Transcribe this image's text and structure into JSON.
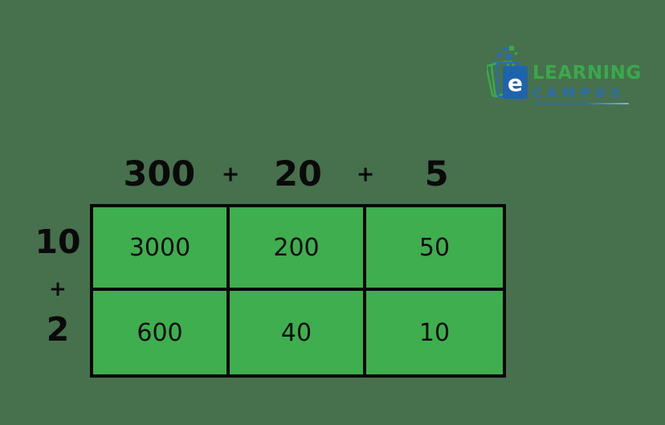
{
  "colors": {
    "background": "#47704d",
    "cell_green": "#3eae4f",
    "grid_line": "#060606",
    "number_text": "#0a0a0a",
    "logo_green": "#3aa94c",
    "logo_blue": "#1e63ad",
    "campus_blue": "#2a6cb3"
  },
  "logo": {
    "brand_top": "LEARNING",
    "brand_bottom": "CAMPUS",
    "book_letter": "e"
  },
  "area_model": {
    "column_terms": [
      "300",
      "20",
      "5"
    ],
    "column_plus": [
      "+",
      "+"
    ],
    "row_terms": [
      "10",
      "2"
    ],
    "row_plus": "+",
    "cells": [
      [
        "3000",
        "200",
        "50"
      ],
      [
        "600",
        "40",
        "10"
      ]
    ]
  }
}
